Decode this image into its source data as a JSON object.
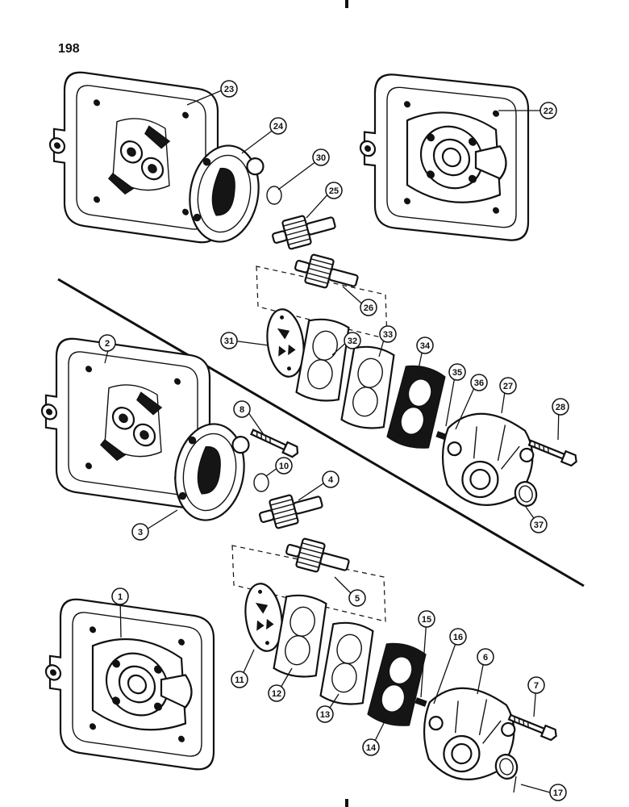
{
  "page_number": "198",
  "callouts": {
    "c1": "1",
    "c2": "2",
    "c3": "3",
    "c4": "4",
    "c5": "5",
    "c6": "6",
    "c7": "7",
    "c8": "8",
    "c10": "10",
    "c11": "11",
    "c12": "12",
    "c13": "13",
    "c14": "14",
    "c15": "15",
    "c16": "16",
    "c17": "17",
    "c22": "22",
    "c23": "23",
    "c24": "24",
    "c25": "25",
    "c26": "26",
    "c27": "27",
    "c28": "28",
    "c30": "30",
    "c31": "31",
    "c32": "32",
    "c33": "33",
    "c34": "34",
    "c35": "35",
    "c36": "36",
    "c37": "37"
  }
}
